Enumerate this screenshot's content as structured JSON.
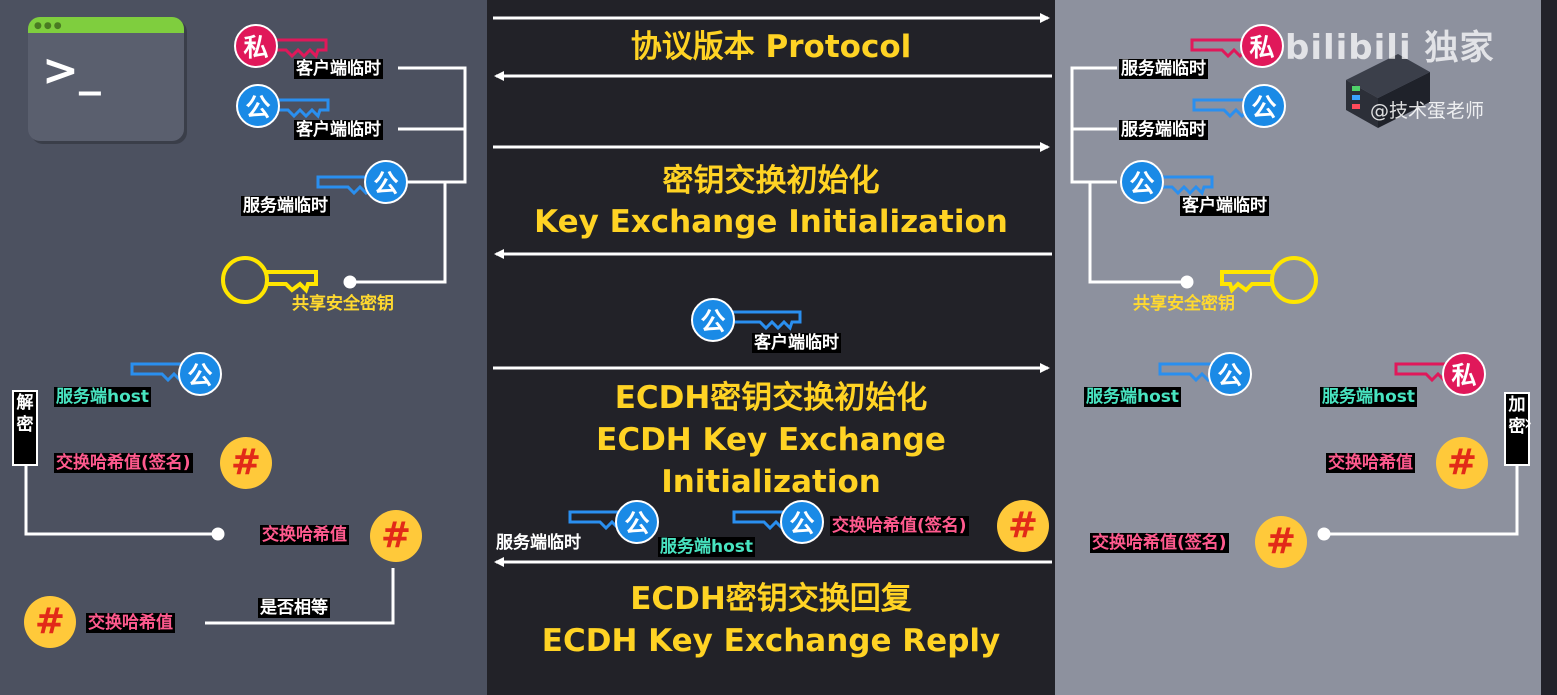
{
  "title_protocol": "协议版本 Protocol",
  "title_kexinit_cn": "密钥交换初始化",
  "title_kexinit_en": "Key Exchange Initialization",
  "title_ecdh_init_cn": "ECDH密钥交换初始化",
  "title_ecdh_init_en": "ECDH Key Exchange Initialization",
  "title_ecdh_reply_cn": "ECDH密钥交换回复",
  "title_ecdh_reply_en": "ECDH Key Exchange Reply",
  "key_private": "私",
  "key_public": "公",
  "hash_symbol": "#",
  "client_temp": "客户端临时",
  "server_temp": "服务端临时",
  "shared_secret": "共享安全密钥",
  "server_host": "服务端host",
  "exchange_hash": "交换哈希值",
  "exchange_hash_signed": "交换哈希值(签名)",
  "is_equal": "是否相等",
  "decrypt_1": "解",
  "decrypt_2": "密",
  "encrypt_1": "加",
  "encrypt_2": "密",
  "watermark_brand": "bilibili 独家",
  "watermark_handle": "@技术蛋老师",
  "terminal_prompt": ">_",
  "next_arrow": "›",
  "colors": {
    "left_panel": "#4c5160",
    "middle_panel": "#222228",
    "right_panel": "#8d919e",
    "title_yellow": "#ffd324",
    "public_key_blue": "#1a8ae6",
    "private_key_red": "#e0185a",
    "shared_key_yellow": "#ffe600",
    "hash_badge": "#ffc93a",
    "label_cyan": "#48e3c0",
    "label_pink": "#ff5a8e"
  }
}
